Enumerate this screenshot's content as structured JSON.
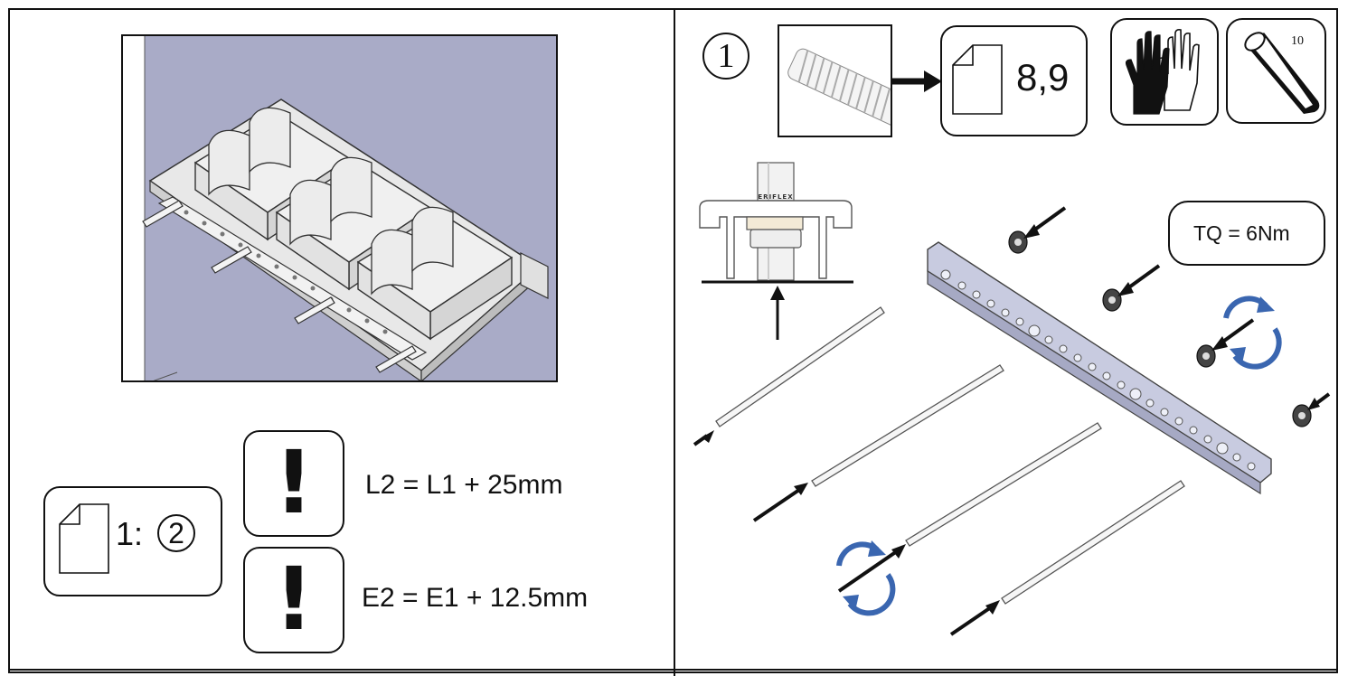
{
  "left_panel": {
    "ratio_prefix": "1:",
    "ratio_step": "2",
    "warnings": [
      {
        "symbol": "!",
        "text": "L2 = L1 + 25mm"
      },
      {
        "symbol": "!",
        "text": "E2 = E1 + 12.5mm"
      }
    ]
  },
  "right_panel": {
    "step_number": "1",
    "page_ref": "8,9",
    "wrench_size": "10",
    "torque": "TQ = 6Nm",
    "brand_label": "ERIFLEX"
  },
  "colors": {
    "render_background": "#a9abc7",
    "rotation_arrow": "#3a66b0",
    "line": "#111111"
  },
  "icons": [
    "page-icon",
    "gloves-icon",
    "hex-key-icon",
    "threaded-rod-icon",
    "rotation-arrow-icon",
    "pointer-arrow-icon"
  ]
}
